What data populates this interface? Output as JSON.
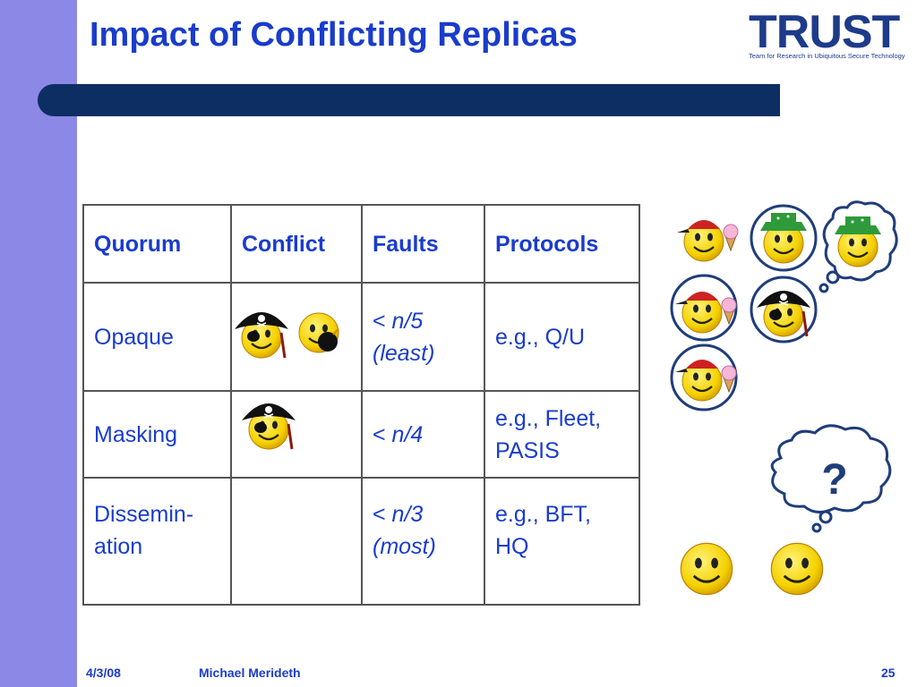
{
  "slide": {
    "title": "Impact of Conflicting Replicas",
    "logo": {
      "word": "TRUST",
      "tagline": "Team for Research in Ubiquitous Secure Technology"
    }
  },
  "table": {
    "headers": [
      "Quorum",
      "Conflict",
      "Faults",
      "Protocols"
    ],
    "rows": [
      {
        "quorum": "Opaque",
        "conflict_icons": [
          "pirate-smiley-icon",
          "bomb-smiley-icon"
        ],
        "faults_a": "< ",
        "faults_b": "n/5",
        "faults_c": "(least)",
        "protocols_a": "e.g., Q/U",
        "protocols_b": ""
      },
      {
        "quorum": "Masking",
        "conflict_icons": [
          "pirate-smiley-icon"
        ],
        "faults_a": "< ",
        "faults_b": "n/4",
        "faults_c": "",
        "protocols_a": "e.g., Fleet,",
        "protocols_b": "PASIS"
      },
      {
        "quorum_a": "Dissemin-",
        "quorum_b": "ation",
        "conflict_icons": [],
        "faults_a": "< ",
        "faults_b": "n/3",
        "faults_c": "(most)",
        "protocols_a": "e.g., BFT,",
        "protocols_b": "HQ"
      }
    ]
  },
  "illustration": {
    "question_mark": "?"
  },
  "footer": {
    "date": "4/3/08",
    "author": "Michael Merideth",
    "page": "25"
  },
  "colors": {
    "text": "#1a3ccc",
    "left_bar": "#8c89e6",
    "title_rule": "#0d2e63",
    "smiley": "#f5d200"
  }
}
